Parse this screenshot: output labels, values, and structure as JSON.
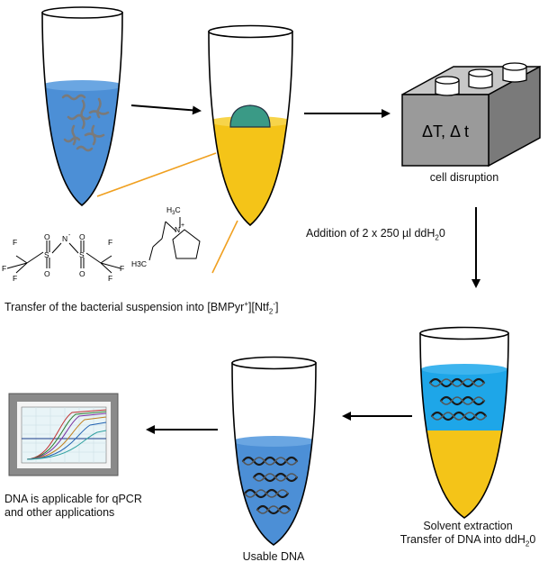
{
  "labels": {
    "cell_disruption": "cell disruption",
    "heating_symbols": "ΔT, Δ t",
    "addition": "Addition of 2 x 250 µl ddH",
    "addition_sub": "2",
    "addition_tail": "0",
    "transfer": "Transfer of the bacterial suspension into [BMPyr",
    "transfer_sup": "+",
    "transfer_mid": "][Ntf",
    "transfer_sub": "2",
    "transfer_sup2": "-",
    "transfer_tail": "]",
    "solvent_extraction": "Solvent extraction",
    "transfer_dna": "Transfer of DNA into ddH",
    "transfer_dna_sub": "2",
    "transfer_dna_tail": "0",
    "usable_dna": "Usable DNA",
    "qpcr_line1": "DNA is applicable for qPCR",
    "qpcr_line2": "and other applications"
  },
  "anion": {
    "F": "F",
    "S": "S",
    "O": "O",
    "N": "N",
    "N_charge": "-"
  },
  "cation": {
    "N": "N",
    "N_charge": "+",
    "H3C": "H",
    "H3C_sub": "3",
    "H3C_C": "C",
    "bottom": "H3C"
  },
  "colors": {
    "blue_liquid": "#4c8fd6",
    "bright_blue_liquid": "#1ea6e8",
    "yellow_liquid": "#f4c418",
    "orange_line": "#f0a020",
    "block_gray": "#9a9a9a",
    "bacteria_drop": "#3a9a86"
  }
}
